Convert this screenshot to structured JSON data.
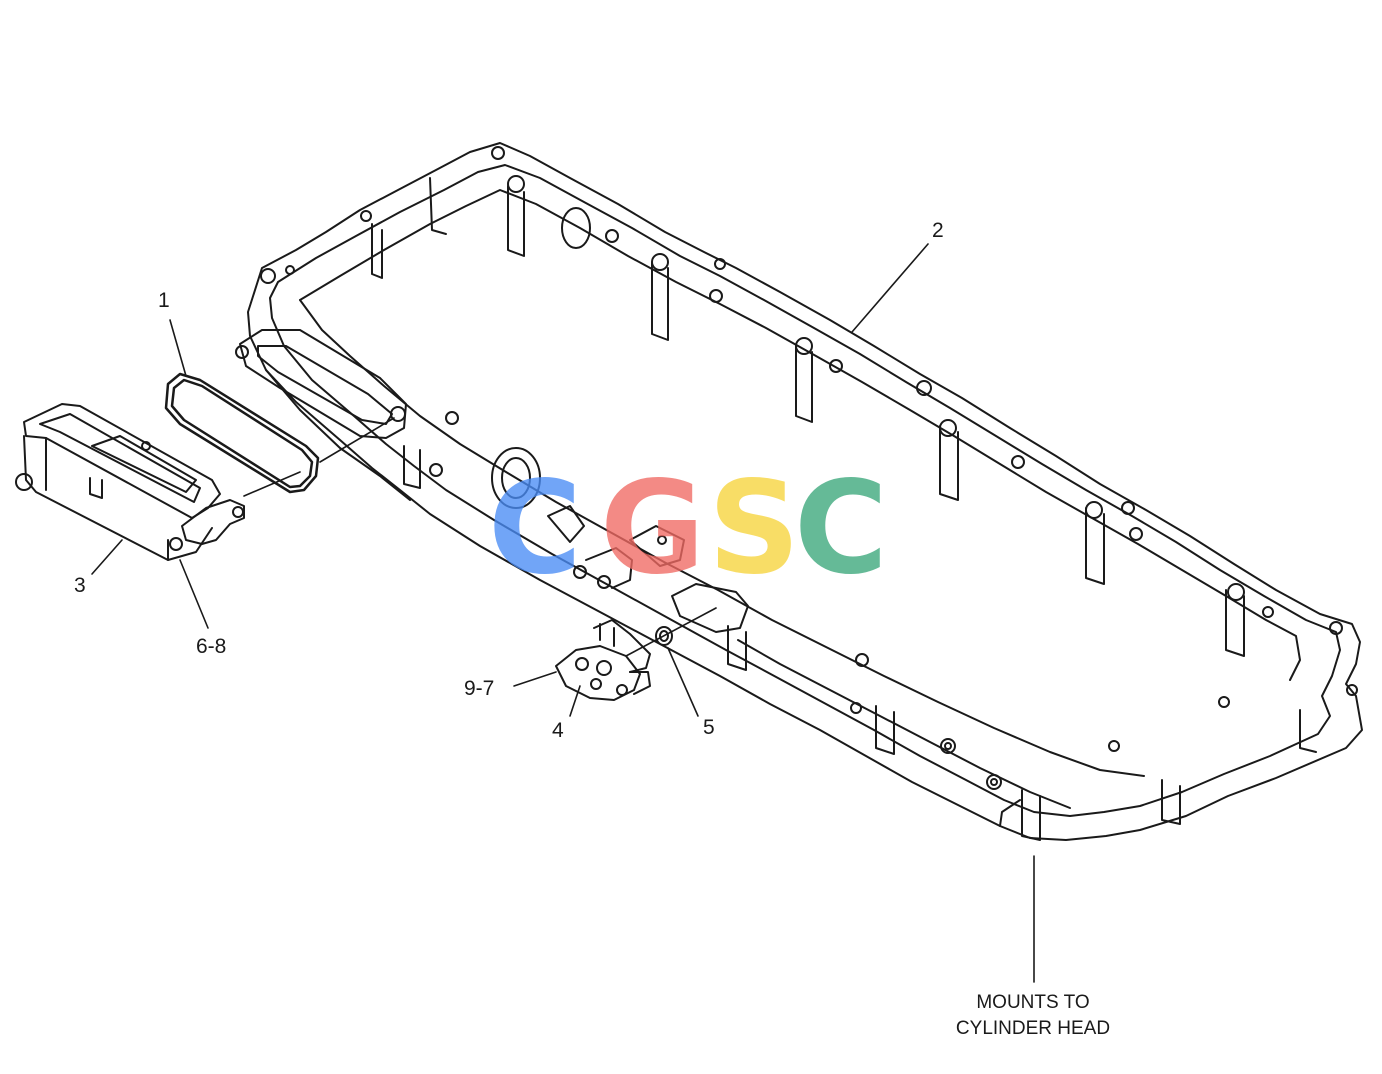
{
  "callouts": {
    "c1": "1",
    "c2": "2",
    "c3": "3",
    "c4": "4",
    "c5": "5",
    "c68": "6-8",
    "c97": "9-7"
  },
  "note": {
    "line1": "MOUNTS TO",
    "line2": "CYLINDER HEAD"
  },
  "watermark": {
    "letters": [
      "C",
      "G",
      "S",
      "C"
    ],
    "colors": [
      "#4a8cf5",
      "#f06a63",
      "#f7d43c",
      "#3aa77a"
    ]
  }
}
